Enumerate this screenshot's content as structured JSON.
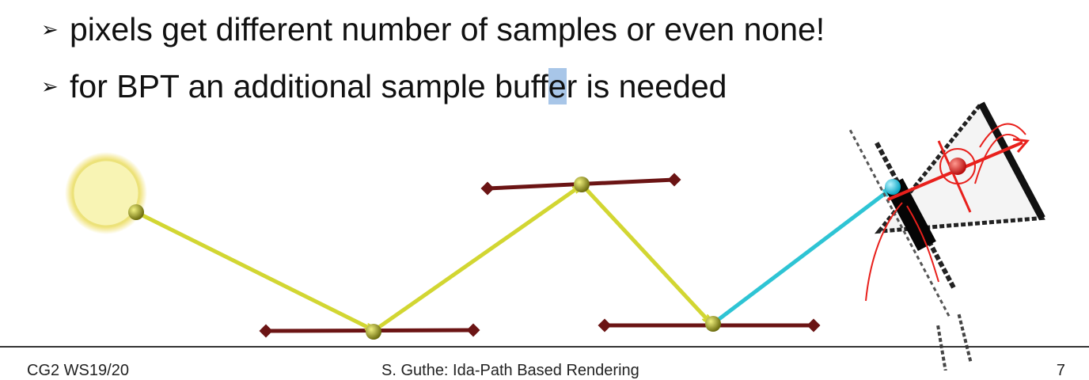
{
  "bullets": [
    {
      "marker": "➢",
      "text": "pixels get different number of samples or even none!"
    },
    {
      "marker": "➢",
      "pre": "for BPT an additional sample buff",
      "highlight": "e",
      "post": "r is needed"
    }
  ],
  "footer": {
    "left": "CG2 WS19/20",
    "center": "S. Guthe: Ida-Path Based Rendering",
    "right": "7"
  },
  "colors": {
    "light": "#f6f0a0",
    "path": "#d2d632",
    "camera_path": "#2ec4d4",
    "surface": "#6b1414",
    "vertex": "#a5a520",
    "annotation": "#e8201c"
  },
  "icons": [
    "light-source-icon",
    "camera-eye-icon"
  ]
}
